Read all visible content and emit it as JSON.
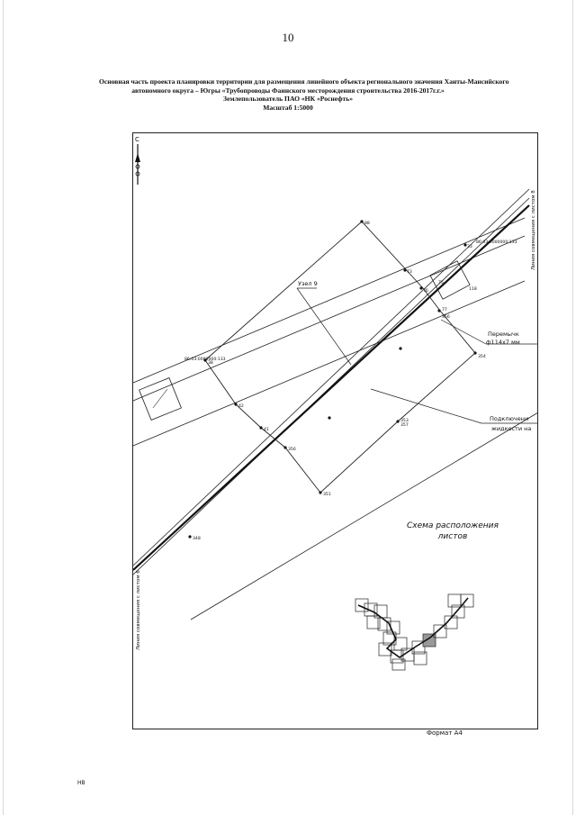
{
  "page_number": "10",
  "title": {
    "line1": "Основная часть проекта планировки территории для размещения линейного объекта регионального значения Ханты-Мансийского",
    "line2": "автономного округа – Югры «Трубопроводы Фаинского месторождения строительства 2016-2017г.г.»",
    "line3": "Землепользователь ПАО «НК «Роснефть»",
    "line4": "Масштаб 1:5000"
  },
  "map": {
    "north_letter": "С",
    "match_line_left": "Линия совмещения с листом 6",
    "match_line_right": "Линия совмещения с листом 8",
    "node_label": "Узел 9",
    "callout_jumper_line1": "Перемычк",
    "callout_jumper_line2": "ф114х7 мм",
    "callout_connection_line1": "Подключени",
    "callout_connection_line2": "жидкости на",
    "points": {
      "p1": "88",
      "p2": "73",
      "p3": "33",
      "p4": "76",
      "p5": "75",
      "p6": "118",
      "p7": "77",
      "p8": "356",
      "p9": "86:03:0000000:133",
      "p10": "86:03:0000000:133",
      "p11": "38",
      "p12": "354",
      "p13": "353",
      "p14": "357",
      "p15": "42",
      "p16": "41",
      "p17": "356",
      "p18": "351",
      "p19": "348"
    }
  },
  "scheme": {
    "label_line1": "Схема расположения",
    "label_line2": "листов"
  },
  "format_label": "Формат А4",
  "footer_mark": "НВ"
}
